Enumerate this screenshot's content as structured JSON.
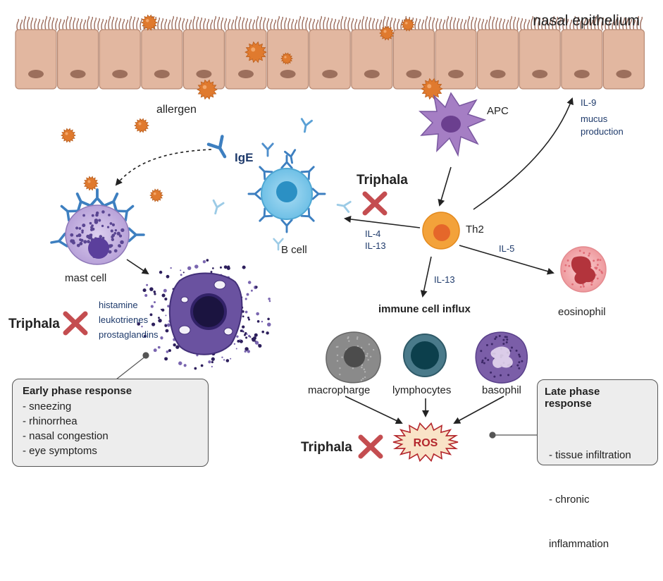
{
  "epithelium": {
    "label": "nasal epithelium"
  },
  "allergen": {
    "label": "allergen"
  },
  "ige": {
    "label": "IgE"
  },
  "cells": {
    "apc": "APC",
    "b_cell": "B cell",
    "th2": "Th2",
    "mast_cell": "mast cell",
    "eosinophil": "eosinophil",
    "macrophage": "macropharge",
    "lymphocytes": "lymphocytes",
    "basophil": "basophil"
  },
  "cytokines": {
    "il9": "IL-9",
    "mucus_line1": "mucus",
    "mucus_line2": "production",
    "il4": "IL-4",
    "il13_bcell": "IL-13",
    "il5": "IL-5",
    "il13_influx": "IL-13"
  },
  "mediators": {
    "line1": "histamine",
    "line2": "leukotrienes",
    "line3": "prostaglandins"
  },
  "immune_influx": "immune cell influx",
  "ros": "ROS",
  "triphala": {
    "top": "Triphala",
    "left": "Triphala",
    "bottom": "Triphala"
  },
  "early_phase": {
    "title": "Early phase response",
    "items": [
      "- sneezing",
      "- rhinorrhea",
      "- nasal congestion",
      "- eye symptoms"
    ]
  },
  "late_phase": {
    "title": "Late phase response",
    "items": [
      "- tissue infiltration",
      "- chronic",
      "   inflammation"
    ]
  },
  "colors": {
    "epithelium_cell": "#e2b7a0",
    "epithelium_nucleus": "#9c6f5c",
    "allergen": "#e07a2e",
    "apc": "#a57ec4",
    "b_cell": "#7cc8ea",
    "th2": "#f3a23a",
    "mast_cell": "#c8b6e2",
    "eosinophil": "#f3a7aa",
    "macrophage": "#8a8a8a",
    "lymphocyte": "#3b6d7c",
    "basophil": "#7b5ea8",
    "antibody": "#3d7fc0",
    "cross": "#c44d50",
    "cytokine_text": "#1e3a6b",
    "ros_fill": "#f9e3c7",
    "ros_text": "#b3262c"
  }
}
